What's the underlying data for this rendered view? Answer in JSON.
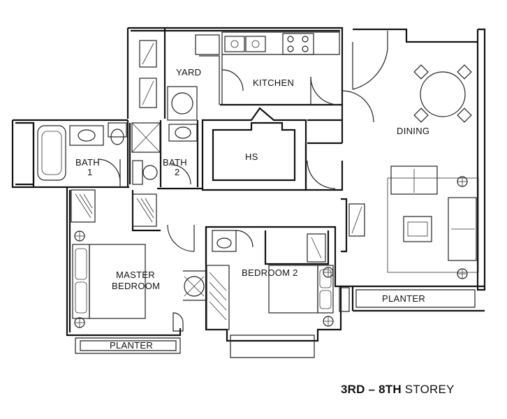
{
  "rooms": {
    "yard": "YARD",
    "kitchen": "KITCHEN",
    "dining": "DINING",
    "hs": "HS",
    "bath1_line1": "BATH",
    "bath1_line2": "1",
    "bath2": "BATH",
    "bath2_num": "2",
    "master_line1": "MASTER",
    "master_line2": "BEDROOM",
    "bedroom2": "BEDROOM 2",
    "planter_left": "PLANTER",
    "planter_right": "PLANTER"
  },
  "caption": {
    "bold": "3RD – 8TH",
    "rest": " STOREY"
  }
}
